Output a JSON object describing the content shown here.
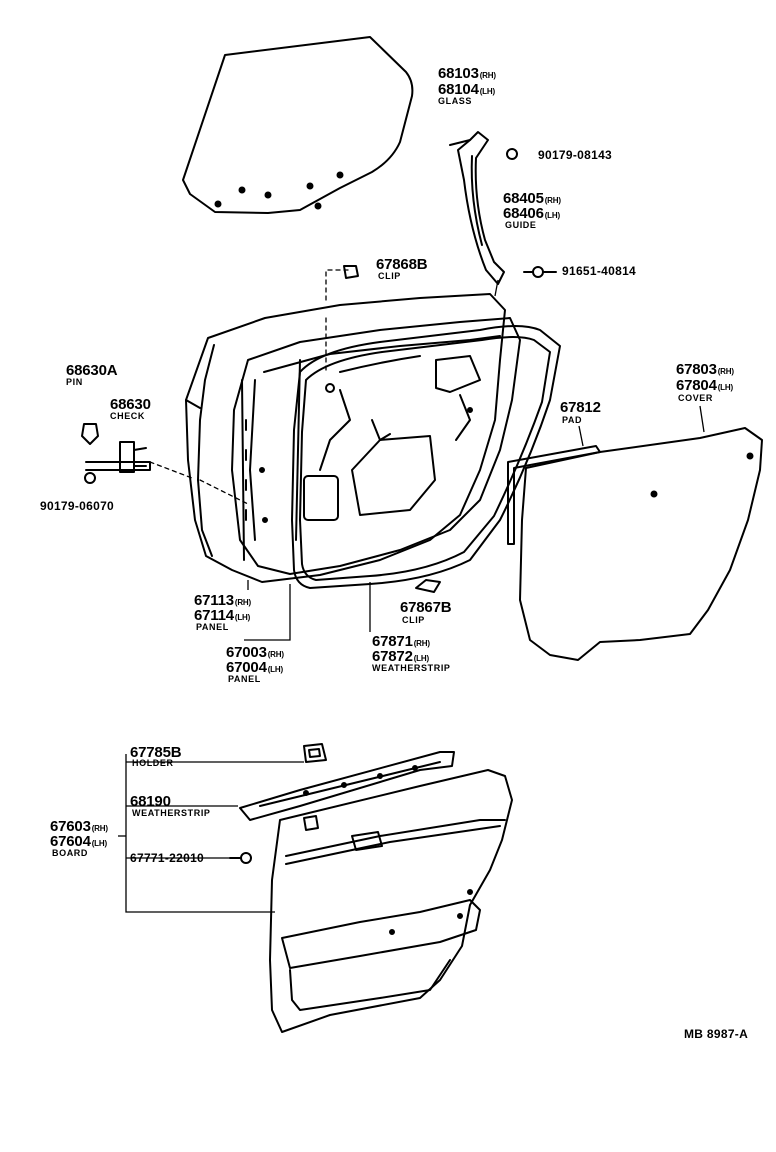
{
  "diagram_id": "MB 8987-A",
  "callouts": {
    "glass": {
      "rh": "68103",
      "lh": "68104",
      "name": "GLASS"
    },
    "guide": {
      "rh": "68405",
      "lh": "68406",
      "name": "GUIDE"
    },
    "clip_upper": {
      "num": "67868B",
      "name": "CLIP"
    },
    "pin": {
      "num": "68630A",
      "name": "PIN"
    },
    "check": {
      "num": "68630",
      "name": "CHECK"
    },
    "cover": {
      "rh": "67803",
      "lh": "67804",
      "name": "COVER"
    },
    "pad": {
      "num": "67812",
      "name": "PAD"
    },
    "panel_inner": {
      "rh": "67113",
      "lh": "67114",
      "name": "PANEL"
    },
    "panel_outer": {
      "rh": "67003",
      "lh": "67004",
      "name": "PANEL"
    },
    "clip_lower": {
      "num": "67867B",
      "name": "CLIP"
    },
    "weatherstrip_door": {
      "rh": "67871",
      "lh": "67872",
      "name": "WEATHERSTRIP"
    },
    "holder": {
      "num": "67785B",
      "name": "HOLDER"
    },
    "weatherstrip_belt": {
      "num": "68190",
      "name": "WEATHERSTRIP"
    },
    "board": {
      "rh": "67603",
      "lh": "67604",
      "name": "BOARD"
    }
  },
  "codes": {
    "nut_guide": "90179-08143",
    "bolt_guide": "91651-40814",
    "nut_check": "90179-06070",
    "clip_board": "67771-22010"
  },
  "side_tags": {
    "rh": "(RH)",
    "lh": "(LH)"
  }
}
